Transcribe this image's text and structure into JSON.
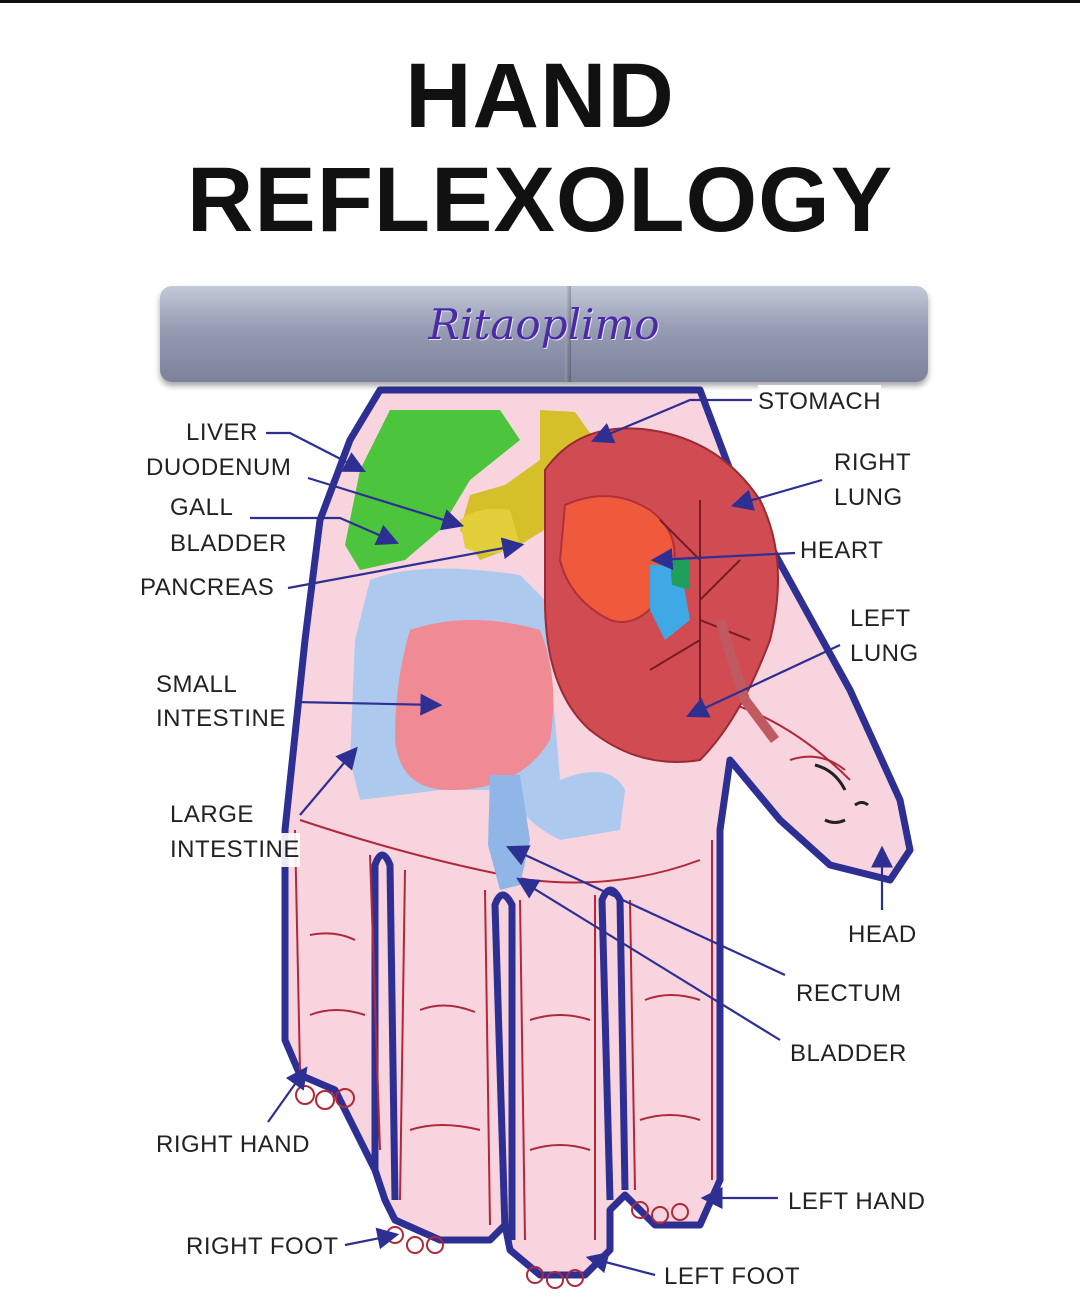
{
  "title": {
    "line1": "HAND",
    "line2": "REFLEXOLOGY"
  },
  "banner": {
    "signature": "Ritaoplimo"
  },
  "labels": {
    "liver": "LIVER",
    "duodenum": "DUODENUM",
    "gall": "GALL",
    "bladder_gall": "BLADDER",
    "pancreas": "PANCREAS",
    "small": "SMALL",
    "intestine_small": "INTESTINE",
    "large": "LARGE",
    "intestine_large": "INTESTINE",
    "right_hand": "RIGHT HAND",
    "right_foot": "RIGHT FOOT",
    "stomach": "STOMACH",
    "right": "RIGHT",
    "lung_right": "LUNG",
    "heart": "HEART",
    "left": "LEFT",
    "lung_left": "LUNG",
    "head": "HEAD",
    "rectum": "RECTUM",
    "bladder": "BLADDER",
    "left_hand": "LEFT HAND",
    "left_foot": "LEFT FOOT"
  },
  "colors": {
    "hand_fill": "#f7d4de",
    "outline": "#2e2f93",
    "crease": "#b0283a",
    "liver": "#4cc43c",
    "stomach": "#d6c02a",
    "lung": "#d14b52",
    "large_intestine": "#a9c9ee",
    "small_intestine": "#f08a94",
    "rectum": "#8fb6e6"
  }
}
